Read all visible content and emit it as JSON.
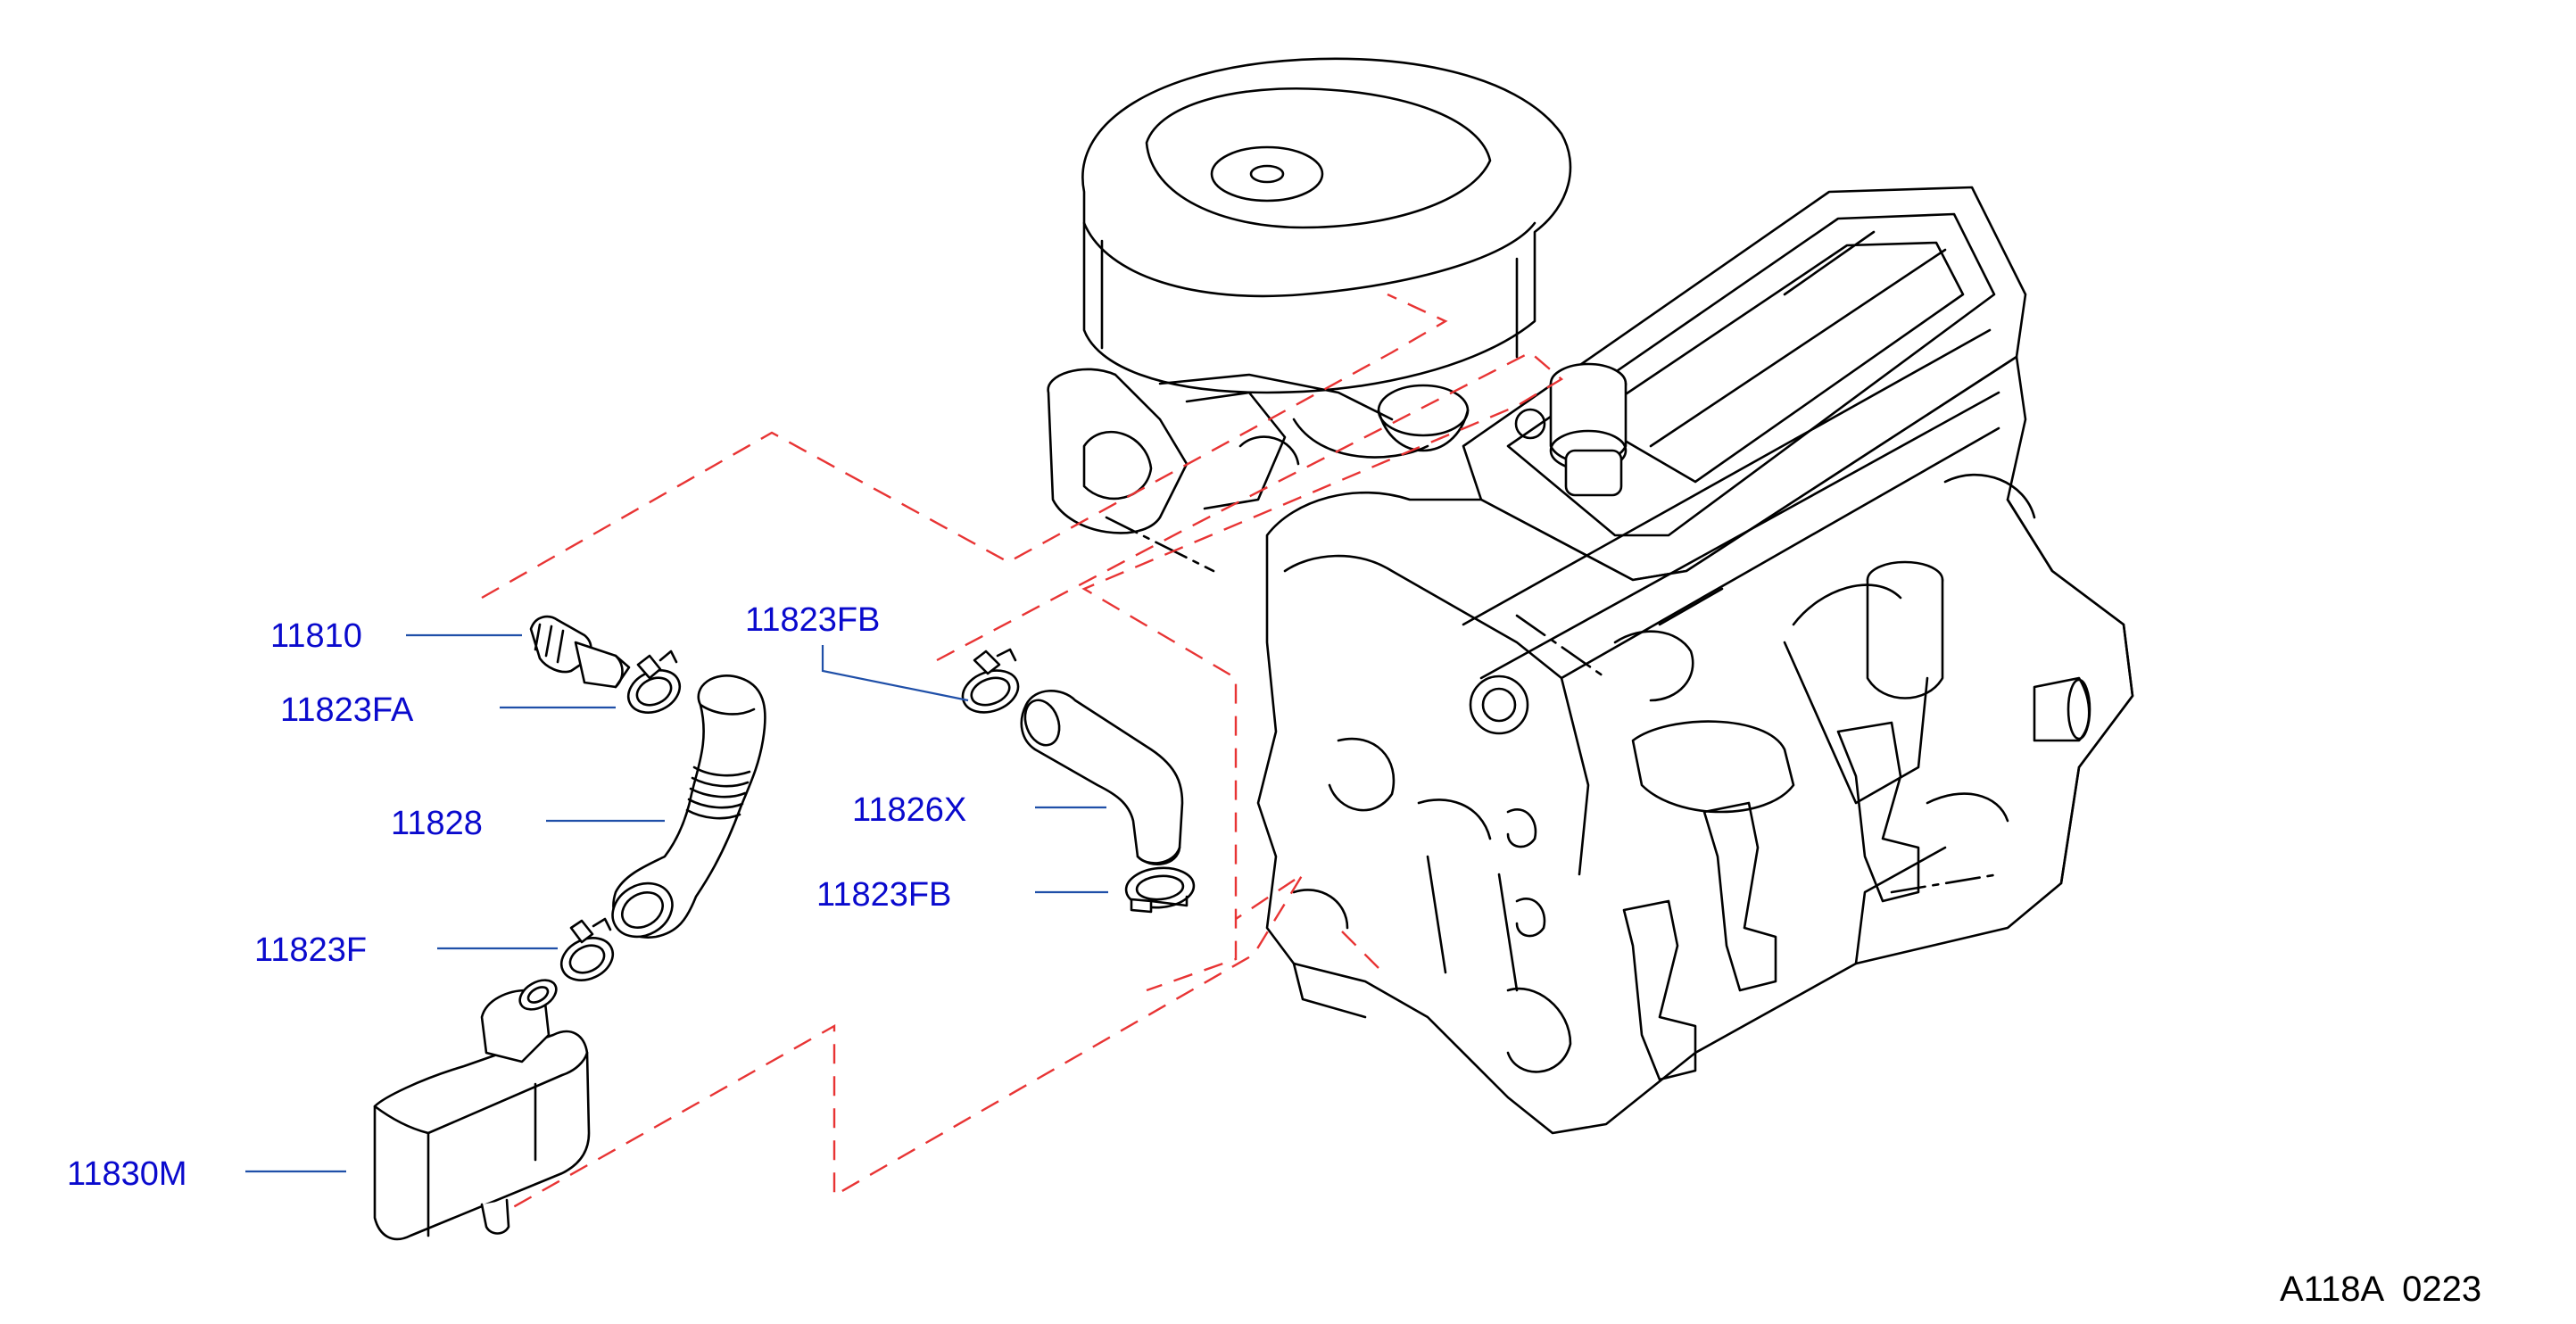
{
  "labels": {
    "l_11810": "11810",
    "l_11823FA": "11823FA",
    "l_11828": "11828",
    "l_11823F": "11823F",
    "l_11830M": "11830M",
    "l_11823FB_top": "11823FB",
    "l_11826X": "11826X",
    "l_11823FB_bottom": "11823FB"
  },
  "drawing_code": "A118A  0223",
  "colors": {
    "label_text": "#0a0acd",
    "leader_line": "#1f4fa8",
    "hose_route": "#e83434",
    "line_art": "#000000"
  }
}
